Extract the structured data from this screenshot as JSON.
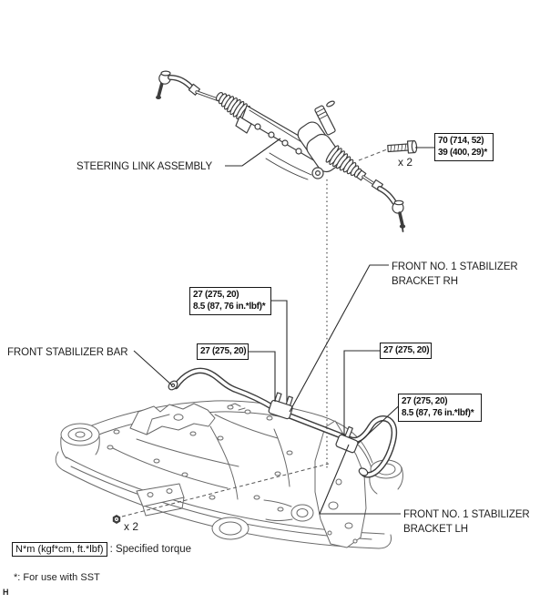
{
  "labels": {
    "steering_link_assembly": "STEERING LINK ASSEMBLY",
    "front_stabilizer_bar": "FRONT STABILIZER BAR",
    "front_no1_stabilizer_bracket_rh": "FRONT NO. 1 STABILIZER BRACKET RH",
    "front_no1_stabilizer_bracket_lh": "FRONT NO. 1 STABILIZER BRACKET LH"
  },
  "torque_specs": {
    "steering_link_bolt": {
      "lines": [
        "70 (714, 52)",
        "39 (400, 29)*"
      ],
      "quantity": "x 2"
    },
    "bracket_rh_bushing": {
      "lines": [
        "27 (275, 20)",
        "8.5 (87, 76 in.*lbf)*"
      ]
    },
    "bracket_rh": {
      "lines": [
        "27 (275, 20)"
      ]
    },
    "bracket_lh": {
      "lines": [
        "27 (275, 20)"
      ]
    },
    "bracket_lh_bushing": {
      "lines": [
        "27 (275, 20)",
        "8.5 (87, 76 in.*lbf)*"
      ]
    },
    "subframe_nut": {
      "quantity": "x 2"
    }
  },
  "legend": {
    "torque_unit": "N*m (kgf*cm, ft.*lbf)",
    "torque_description": ": Specified torque",
    "footnote": "*: For use with SST",
    "page_mark": "H"
  },
  "colors": {
    "background": "#ffffff",
    "line_art": "#3d3d3d",
    "line_art_light": "#6a6a6a",
    "text": "#1f1f1f"
  }
}
